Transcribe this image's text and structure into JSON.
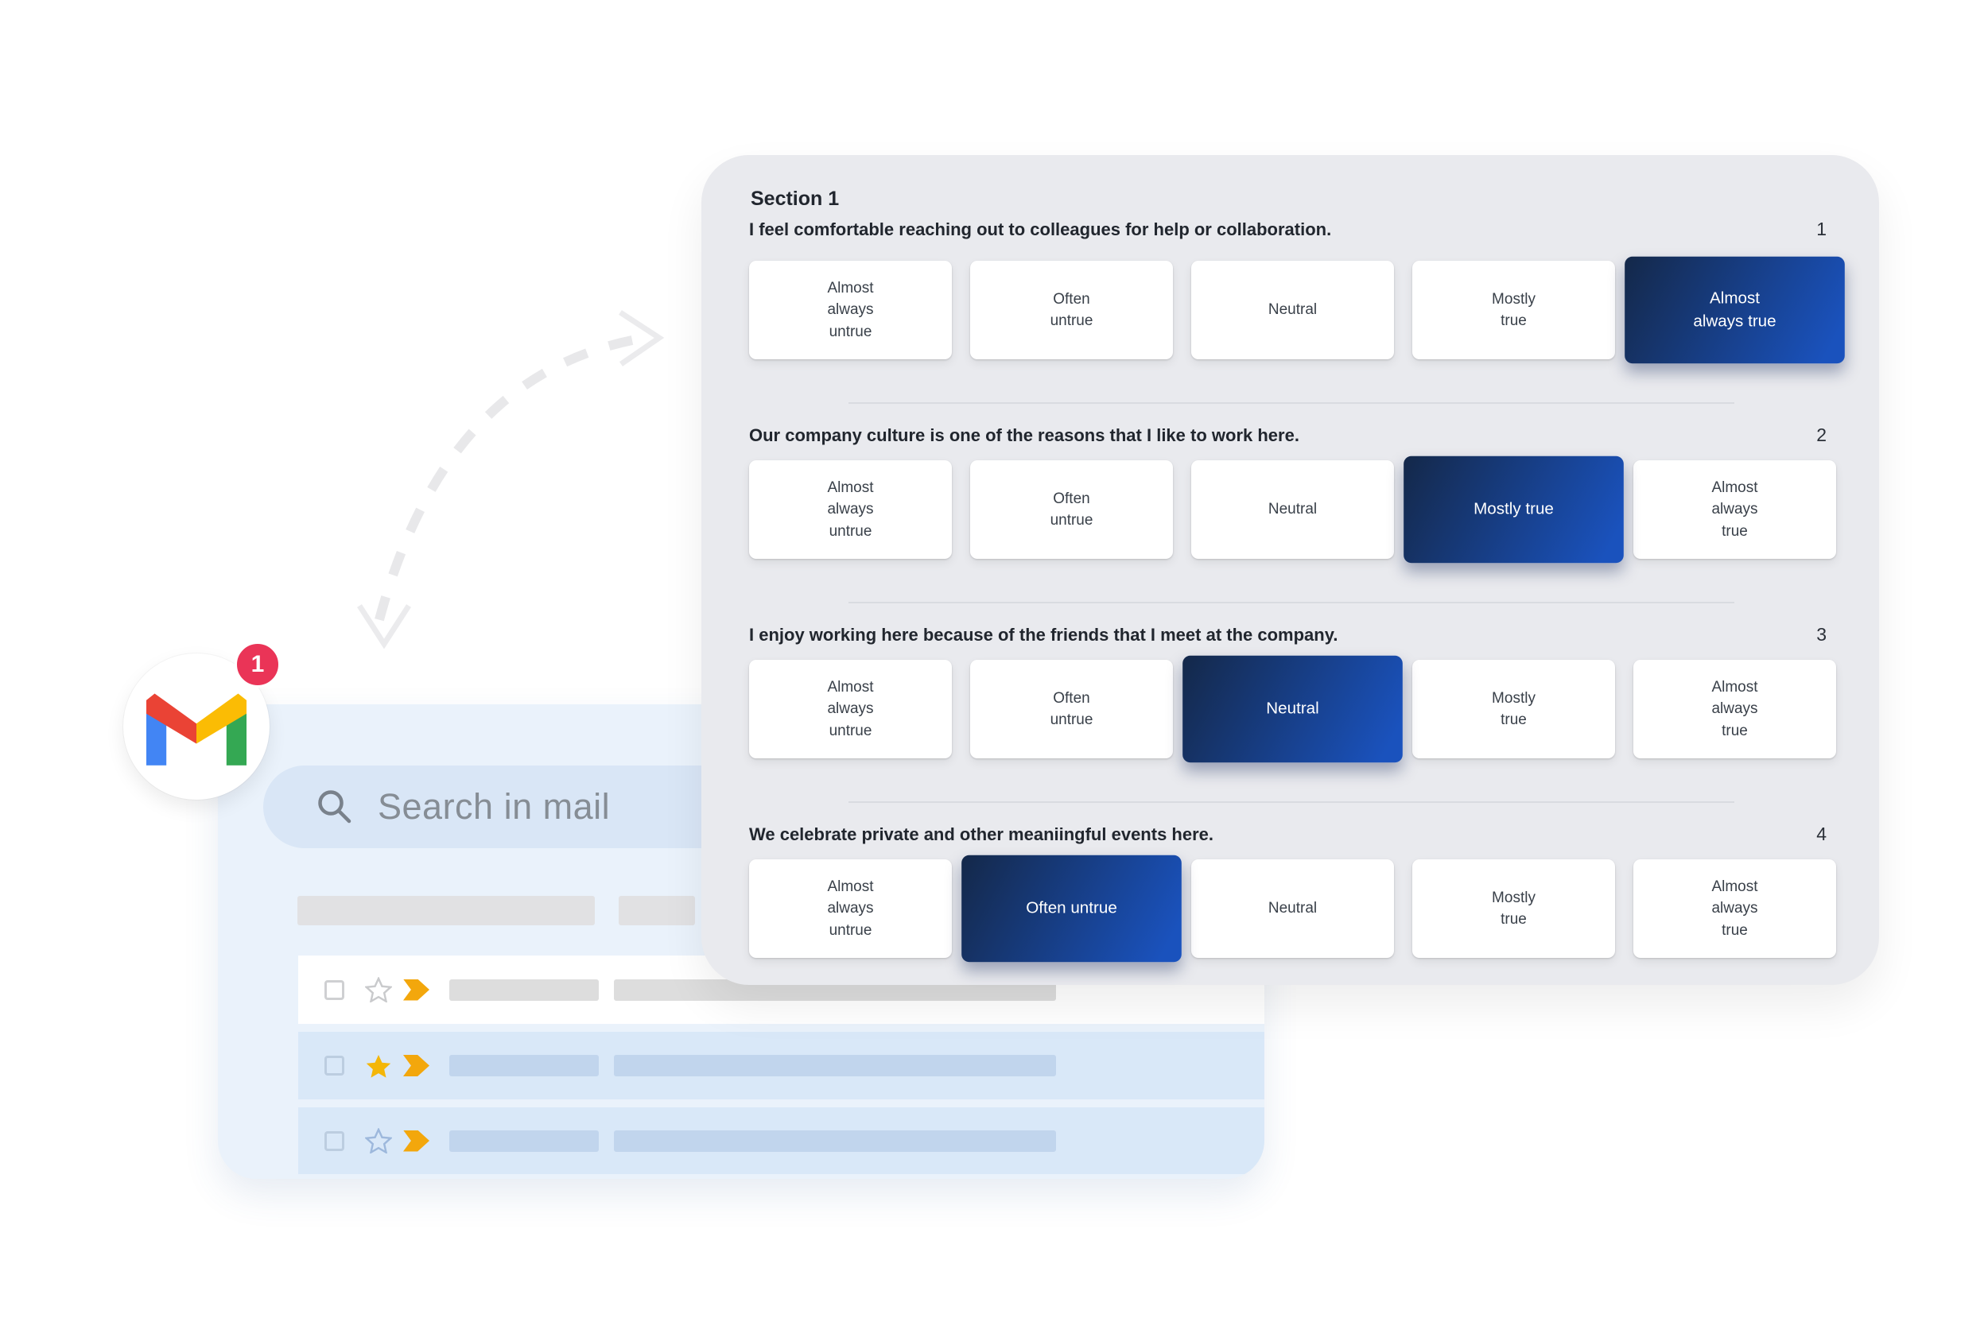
{
  "survey": {
    "section_title": "Section 1",
    "options": [
      "Almost always untrue",
      "Often untrue",
      "Neutral",
      "Mostly true",
      "Almost always true"
    ],
    "questions": [
      {
        "number": "1",
        "text": "I feel comfortable reaching out to colleagues for help or collaboration.",
        "selected_index": 4
      },
      {
        "number": "2",
        "text": "Our company culture is one of the reasons that I like to work here.",
        "selected_index": 3
      },
      {
        "number": "3",
        "text": "I enjoy working here because of the friends that I meet at the company.",
        "selected_index": 2
      },
      {
        "number": "4",
        "text": "We celebrate private and other meaniingful events here.",
        "selected_index": 1
      }
    ]
  },
  "gmail": {
    "badge_count": "1",
    "search_placeholder": "Search in mail",
    "email_rows": [
      {
        "highlighted": false,
        "starred": false
      },
      {
        "highlighted": true,
        "starred": true
      },
      {
        "highlighted": true,
        "starred": false
      }
    ]
  },
  "icons": {
    "search": "magnifier-icon",
    "star": "star-icon",
    "important": "importance-marker-icon",
    "checkbox": "checkbox-icon",
    "logo": "gmail-logo",
    "arrow": "curved-dashed-arrow"
  },
  "colors": {
    "selected_gradient_start": "#142849",
    "selected_gradient_end": "#1a52bd",
    "panel_bg": "#e9eaee",
    "card_bg": "#eaf2fb",
    "row_highlight": "#d9e8f8",
    "search_pill": "#d9e6f6",
    "badge": "#ea3457",
    "star_yellow": "#f4b608",
    "marker_yellow": "#f3a70c",
    "gmail_blue": "#4285F4",
    "gmail_red": "#EA4335",
    "gmail_yellow": "#FBBC04",
    "gmail_green": "#34A853"
  }
}
